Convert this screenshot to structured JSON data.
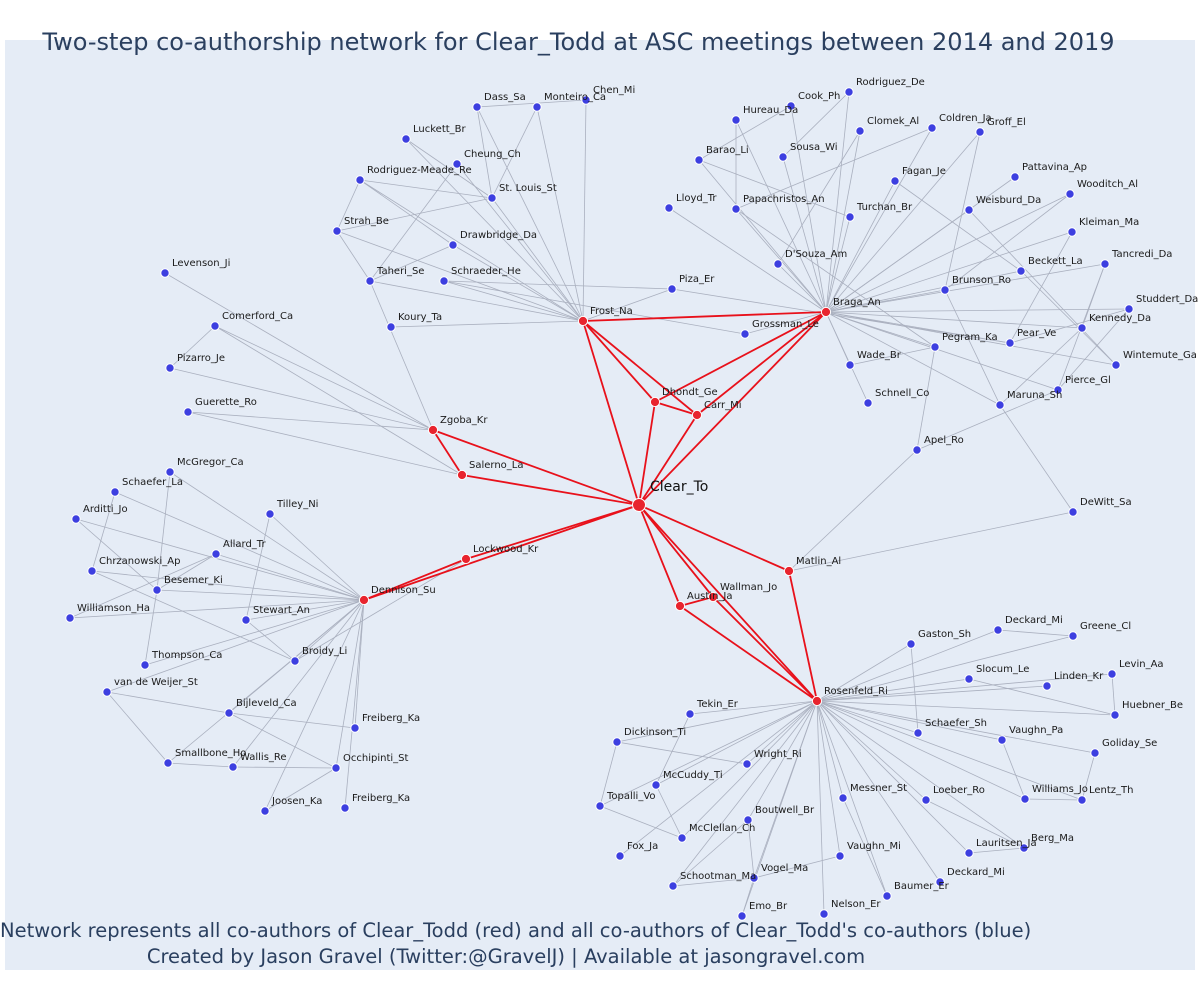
{
  "title": "Two-step co-authorship network for Clear_Todd at ASC meetings between 2014 and 2019",
  "caption": {
    "line1": "Network represents all co-authors of Clear_Todd (red) and all co-authors of Clear_Todd's co-authors (blue)",
    "line2": "Created by Jason Gravel (Twitter:@GravelJ) | Available at jasongravel.com"
  },
  "colors": {
    "coauthor": "#e8242e",
    "second_step": "#3d3fe0",
    "background": "#e5ecf6"
  },
  "center": "Clear_To",
  "coauthors": [
    "Frost_Na",
    "Braga_An",
    "Dhondt_Ge",
    "Carr_Mi",
    "Zgoba_Kr",
    "Salerno_La",
    "Lockwood_Kr",
    "Dennison_Su",
    "Matlin_Al",
    "Wallman_Jo",
    "Austin_Ja",
    "Rosenfeld_Ri"
  ],
  "second_step": {
    "Frost_Na": [
      "Dass_Sa",
      "Monteiro_Ca",
      "Chen_Mi",
      "Luckett_Br",
      "Cheung_Ch",
      "Rodriguez-Meade_Re",
      "St. Louis_St",
      "Strah_Be",
      "Drawbridge_Da",
      "Taheri_Se",
      "Schraeder_He",
      "Koury_Ta",
      "Piza_Er"
    ],
    "Braga_An": [
      "Rodriguez_De",
      "Cook_Ph",
      "Hureau_Da",
      "Clomek_Al",
      "Coldren_Ja",
      "Groff_El",
      "Barao_Li",
      "Sousa_Wi",
      "Pattavina_Ap",
      "Fagan_Je",
      "Wooditch_Al",
      "Lloyd_Tr",
      "Papachristos_An",
      "Weisburd_Da",
      "Turchan_Br",
      "Kleiman_Ma",
      "D'Souza_Am",
      "Tancredi_Da",
      "Beckett_La",
      "Brunson_Ro",
      "Studdert_Da",
      "Grossman_Le",
      "Kennedy_Da",
      "Pear_Ve",
      "Pegram_Ka",
      "Wade_Br",
      "Wintemute_Ga",
      "Pierce_Gl",
      "Maruna_Sh",
      "Schnell_Co"
    ],
    "Zgoba_Kr": [
      "Levenson_Ji",
      "Comerford_Ca",
      "Pizarro_Je",
      "Guerette_Ro"
    ],
    "Dennison_Su": [
      "McGregor_Ca",
      "Schaefer_La",
      "Arditti_Jo",
      "Tilley_Ni",
      "Allard_Tr",
      "Chrzanowski_Ap",
      "Besemer_Ki",
      "Williamson_Ha",
      "Stewart_An",
      "Thompson_Ca",
      "Broidy_Li",
      "van de Weijer_St",
      "Bijleveld_Ca",
      "Freiberg_Ka",
      "Smallbone_Ho",
      "Wallis_Re",
      "Occhipinti_St",
      "Joosen_Ka",
      "Freiberg_Ka"
    ],
    "Matlin_Al": [
      "Apel_Ro",
      "DeWitt_Sa"
    ],
    "Rosenfeld_Ri": [
      "Gaston_Sh",
      "Deckard_Mi",
      "Greene_Cl",
      "Slocum_Le",
      "Levin_Aa",
      "Linden_Kr",
      "Huebner_Be",
      "Tekin_Er",
      "Schaefer_Sh",
      "Dickinson_Ti",
      "Vaughn_Pa",
      "Goliday_Se",
      "Wright_Ri",
      "McCuddy_Ti",
      "Williams_Jo",
      "Lentz_Th",
      "Topalli_Vo",
      "Messner_St",
      "Loeber_Ro",
      "Boutwell_Br",
      "McClellan_Ch",
      "Berg_Ma",
      "Lauritsen_Ja",
      "Vaughn_Mi",
      "Fox_Ja",
      "Deckard_Mi",
      "Vogel_Ma",
      "Schootman_Ma",
      "Baumer_Er",
      "Emo_Br",
      "Nelson_Er"
    ]
  }
}
